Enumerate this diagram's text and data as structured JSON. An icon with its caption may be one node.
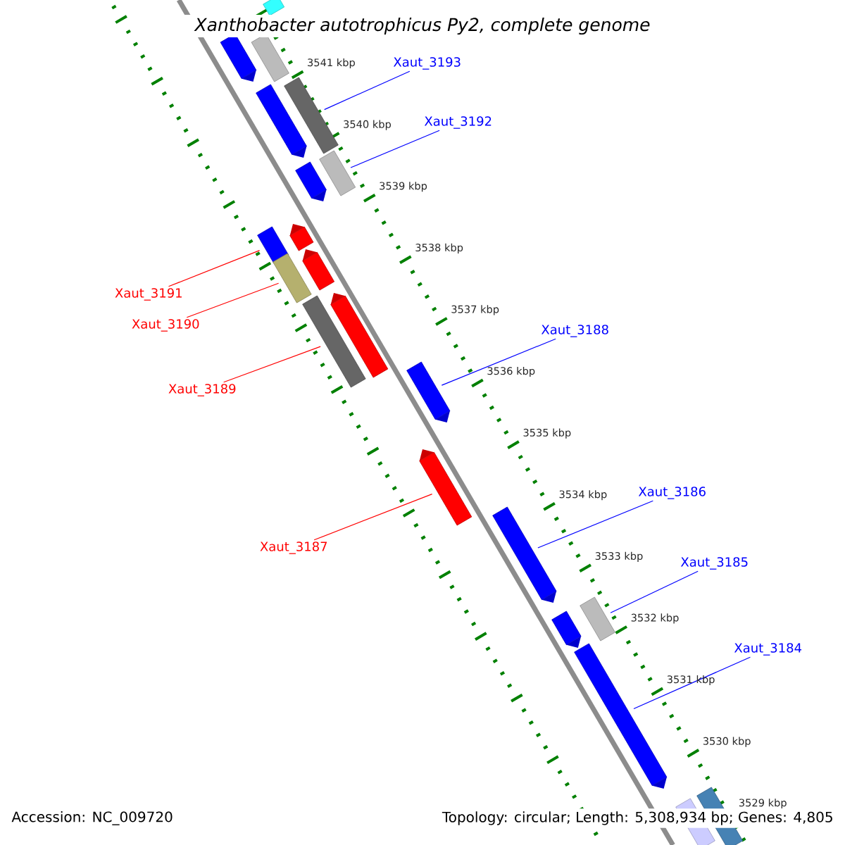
{
  "diagram": {
    "title": "Xanthobacter autotrophicus Py2, complete genome",
    "nodes": [
      {
        "text": [
          "Xaut_3193"
        ]
      },
      {
        "text": [
          "Xaut_3192"
        ]
      },
      {
        "text": [
          "Xaut_3191"
        ]
      },
      {
        "text": [
          "Xaut_3190"
        ]
      },
      {
        "text": [
          "Xaut_3188"
        ]
      },
      {
        "text": [
          "Xaut_3189"
        ]
      },
      {
        "text": [
          "Xaut_3186"
        ]
      },
      {
        "text": [
          "Xaut_3187"
        ]
      },
      {
        "text": [
          "Xaut_3185"
        ]
      },
      {
        "text": [
          "Xaut_3184"
        ]
      },
      {
        "text": [],
        "shape": "bar"
      },
      {
        "text": [],
        "shape": "bar"
      },
      {
        "text": [],
        "shape": "bar"
      },
      {
        "text": [],
        "shape": "bar"
      },
      {
        "text": [],
        "shape": "bar"
      },
      {
        "text": [],
        "shape": "bar"
      },
      {
        "text": [],
        "shape": "bar"
      },
      {
        "text": [],
        "shape": "bar"
      },
      {
        "text": [],
        "shape": "bar"
      },
      {
        "text": [],
        "shape": "bar"
      },
      {
        "text": [],
        "shape": "bar"
      },
      {
        "text": [],
        "shape": "bar"
      },
      {
        "text": [],
        "shape": "bar"
      },
      {
        "text": [],
        "shape": "bar"
      },
      {
        "text": [],
        "shape": "bar"
      },
      {
        "text": [],
        "shape": "bar"
      },
      {
        "text": [],
        "shape": "bar"
      },
      {
        "text": [],
        "shape": "bar"
      },
      {
        "text": [],
        "shape": "bar"
      },
      {
        "text": [],
        "shape": "bar"
      },
      {
        "text": [],
        "shape": "bar"
      }
    ],
    "edges": [
      {
        "from": 0,
        "to": 13,
        "arrow": "none"
      },
      {
        "from": 1,
        "to": 15,
        "arrow": "none"
      },
      {
        "from": 2,
        "to": 18,
        "arrow": "none",
        "color": "#ff0000"
      },
      {
        "from": 3,
        "to": 20,
        "arrow": "none",
        "color": "#ff0000"
      },
      {
        "from": 4,
        "to": 23,
        "arrow": "none"
      },
      {
        "from": 5,
        "to": 22,
        "arrow": "none",
        "color": "#ff0000"
      },
      {
        "from": 6,
        "to": 25,
        "arrow": "none"
      },
      {
        "from": 7,
        "to": 24,
        "arrow": "none",
        "color": "#ff0000"
      },
      {
        "from": 8,
        "to": 26,
        "arrow": "none"
      },
      {
        "from": 9,
        "to": 28,
        "arrow": "none"
      }
    ],
    "labels": [
      "3541 kbp",
      "3540 kbp",
      "3539 kbp",
      "3538 kbp",
      "3537 kbp",
      "3536 kbp",
      "3535 kbp",
      "3534 kbp",
      "3533 kbp",
      "3532 kbp",
      "3531 kbp",
      "3530 kbp",
      "3529 kbp",
      "Accession: NC_009720",
      "Topology: circular; Length: 5,308,934 bp; Genes: 4,805"
    ]
  }
}
